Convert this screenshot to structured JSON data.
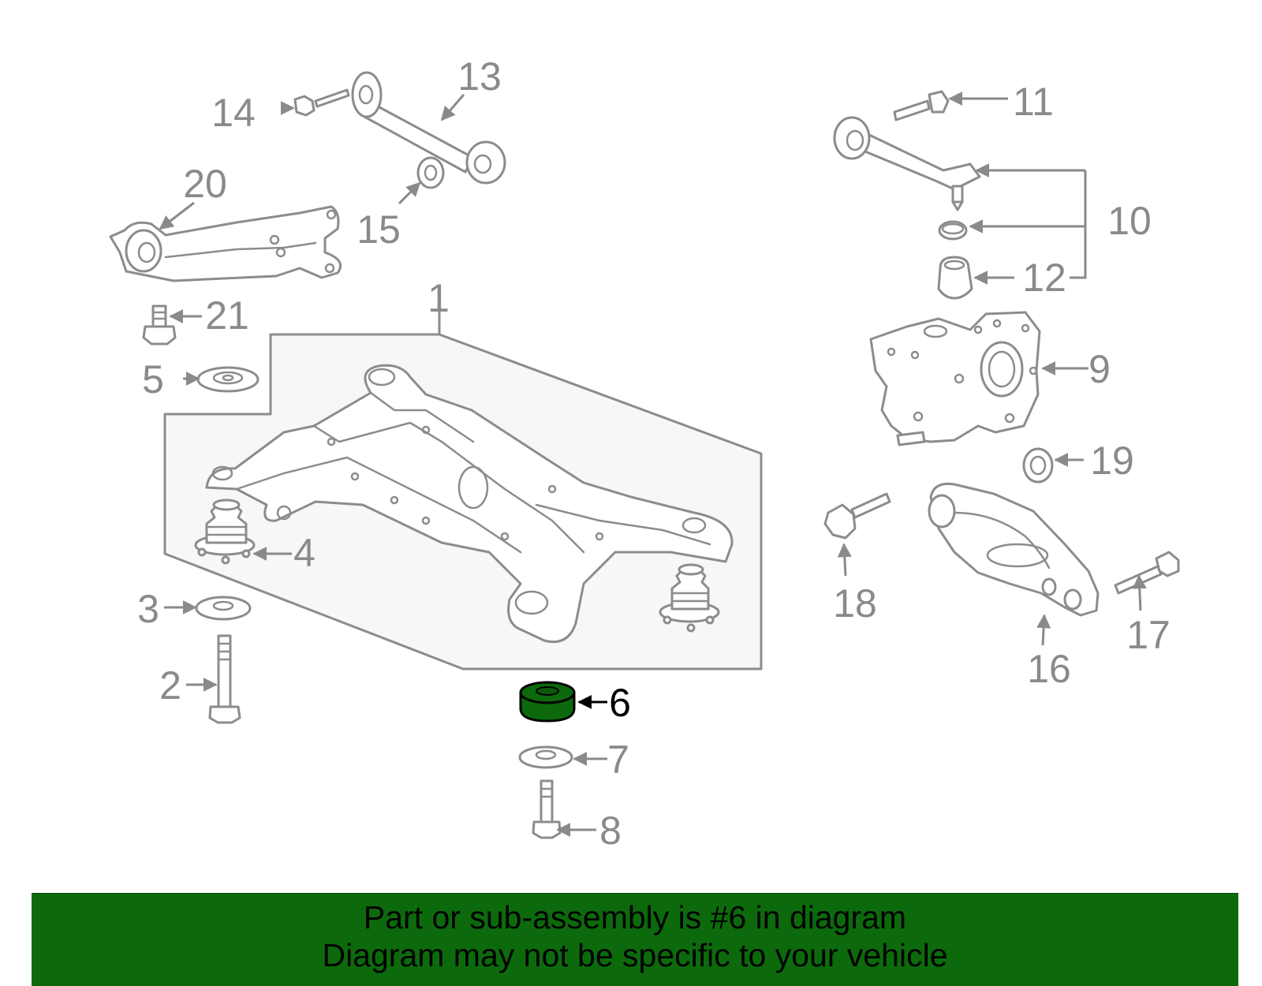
{
  "highlight_part": "6",
  "highlight_color": "#0c6a0c",
  "callouts": [
    {
      "id": "1",
      "label": "1"
    },
    {
      "id": "2",
      "label": "2"
    },
    {
      "id": "3",
      "label": "3"
    },
    {
      "id": "4",
      "label": "4"
    },
    {
      "id": "5",
      "label": "5"
    },
    {
      "id": "6",
      "label": "6"
    },
    {
      "id": "7",
      "label": "7"
    },
    {
      "id": "8",
      "label": "8"
    },
    {
      "id": "9",
      "label": "9"
    },
    {
      "id": "10",
      "label": "10"
    },
    {
      "id": "11",
      "label": "11"
    },
    {
      "id": "12",
      "label": "12"
    },
    {
      "id": "13",
      "label": "13"
    },
    {
      "id": "14",
      "label": "14"
    },
    {
      "id": "15",
      "label": "15"
    },
    {
      "id": "16",
      "label": "16"
    },
    {
      "id": "17",
      "label": "17"
    },
    {
      "id": "18",
      "label": "18"
    },
    {
      "id": "19",
      "label": "19"
    },
    {
      "id": "20",
      "label": "20"
    },
    {
      "id": "21",
      "label": "21"
    }
  ],
  "banner": {
    "line1": "Part or sub-assembly is #6 in diagram",
    "line2": "Diagram may not be specific to your vehicle",
    "background": "#0c6a0c"
  }
}
